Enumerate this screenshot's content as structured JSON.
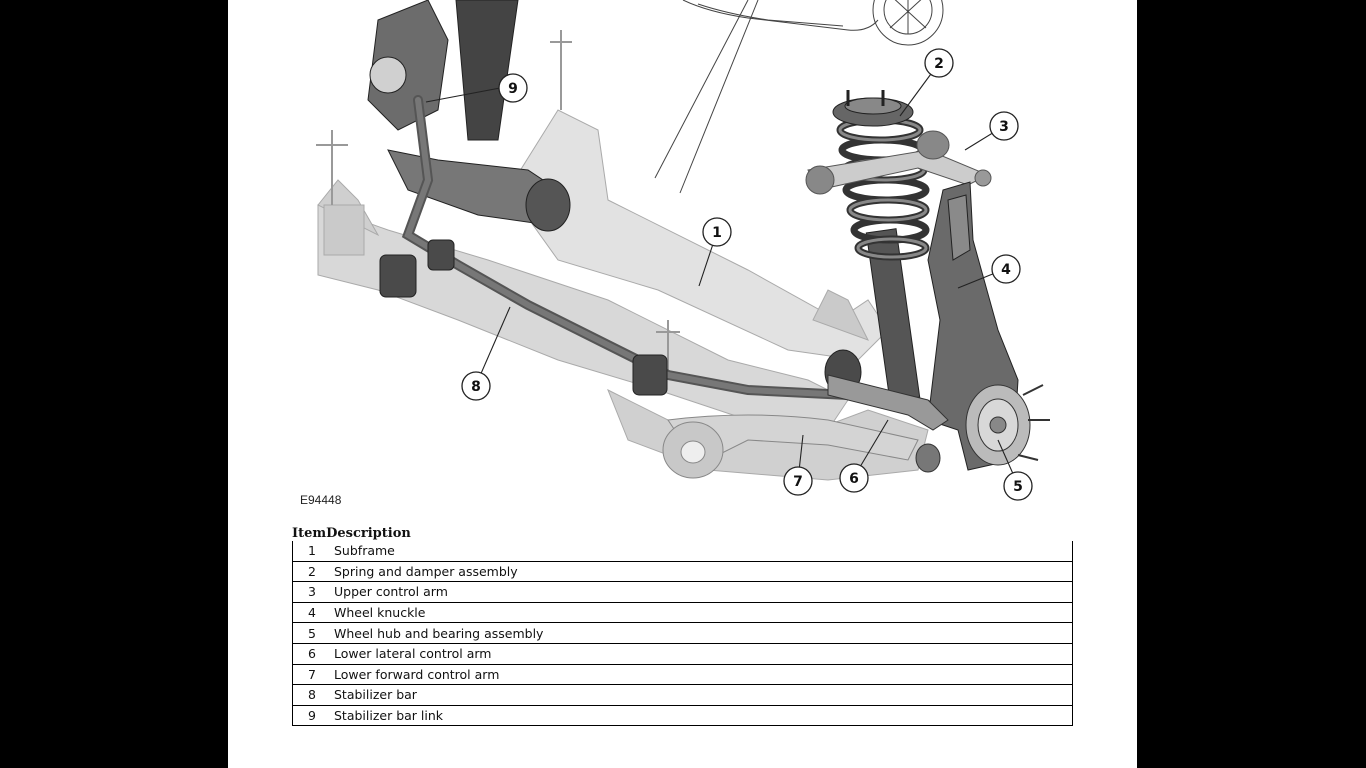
{
  "figure": {
    "id": "E94448",
    "callouts": [
      "1",
      "2",
      "3",
      "4",
      "5",
      "6",
      "7",
      "8",
      "9"
    ]
  },
  "legend": {
    "header": "ItemDescription",
    "items": [
      {
        "num": "1",
        "desc": "Subframe"
      },
      {
        "num": "2",
        "desc": "Spring and damper assembly"
      },
      {
        "num": "3",
        "desc": "Upper control arm"
      },
      {
        "num": "4",
        "desc": "Wheel knuckle"
      },
      {
        "num": "5",
        "desc": "Wheel hub and bearing assembly"
      },
      {
        "num": "6",
        "desc": "Lower lateral control arm"
      },
      {
        "num": "7",
        "desc": "Lower forward control arm"
      },
      {
        "num": "8",
        "desc": "Stabilizer bar"
      },
      {
        "num": "9",
        "desc": "Stabilizer bar link"
      }
    ]
  }
}
